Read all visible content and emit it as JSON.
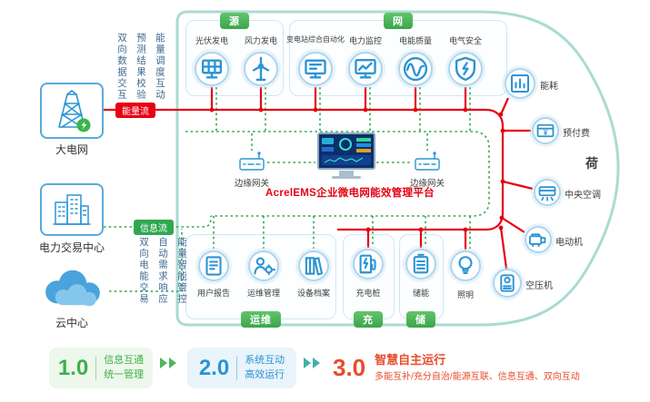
{
  "left_panel": {
    "nodes": [
      {
        "label": "大电网",
        "icon": "tower-icon"
      },
      {
        "label": "电力交易中心",
        "icon": "buildings-icon"
      },
      {
        "label": "云中心",
        "icon": "cloud-icon"
      }
    ],
    "top_vertical_texts": [
      "双向数据交互",
      "预测结果校验",
      "能量调度互动"
    ],
    "bottom_vertical_texts": [
      "双向电能交易",
      "自动需求响应",
      "能量智能管控"
    ],
    "energy_flow_badge": "能量流",
    "info_flow_badge": "信息流"
  },
  "sections": {
    "source": {
      "title": "源",
      "items": [
        {
          "label": "光伏发电",
          "icon": "solar-panel-icon"
        },
        {
          "label": "风力发电",
          "icon": "wind-turbine-icon"
        }
      ]
    },
    "grid": {
      "title": "网",
      "items": [
        {
          "label": "变电站综合自动化",
          "icon": "substation-icon"
        },
        {
          "label": "电力监控",
          "icon": "power-monitor-icon"
        },
        {
          "label": "电能质量",
          "icon": "waveform-icon"
        },
        {
          "label": "电气安全",
          "icon": "shield-icon"
        }
      ]
    },
    "load": {
      "title": "荷",
      "items": [
        {
          "label": "能耗",
          "icon": "energy-meter-icon"
        },
        {
          "label": "预付费",
          "icon": "prepaid-card-icon"
        },
        {
          "label": "中央空调",
          "icon": "hvac-icon"
        },
        {
          "label": "电动机",
          "icon": "motor-icon"
        },
        {
          "label": "空压机",
          "icon": "compressor-icon"
        },
        {
          "label": "照明",
          "icon": "bulb-icon"
        }
      ]
    },
    "om": {
      "title": "运维",
      "items": [
        {
          "label": "用户报告",
          "icon": "report-icon"
        },
        {
          "label": "运维管理",
          "icon": "maintenance-icon"
        },
        {
          "label": "设备档案",
          "icon": "archive-icon"
        }
      ]
    },
    "charge": {
      "title": "充",
      "items": [
        {
          "label": "充电桩",
          "icon": "ev-charger-icon"
        }
      ]
    },
    "storage": {
      "title": "储",
      "items": [
        {
          "label": "储能",
          "icon": "battery-icon"
        }
      ]
    }
  },
  "center": {
    "platform_title": "AcrelEMS企业微电网能效管理平台",
    "gateway_left": "边缘网关",
    "gateway_right": "边缘网关"
  },
  "legend": {
    "items": [
      {
        "version": "1.0",
        "lines": [
          "信息互通",
          "统一管理"
        ]
      },
      {
        "version": "2.0",
        "lines": [
          "系统互动",
          "高效运行"
        ]
      },
      {
        "version": "3.0",
        "lines": [
          "智慧自主运行",
          "多能互补/充分自治/能源互联、信息互通、双向互动"
        ]
      }
    ]
  },
  "colors": {
    "energy_flow_red": "#e60012",
    "info_flow_green": "#2fa84f",
    "outline_teal": "#a9dbd3",
    "icon_blue": "#2b95d4",
    "legend_green": "#3db14a",
    "legend_blue": "#2a93d5",
    "legend_red": "#e84c2b"
  }
}
